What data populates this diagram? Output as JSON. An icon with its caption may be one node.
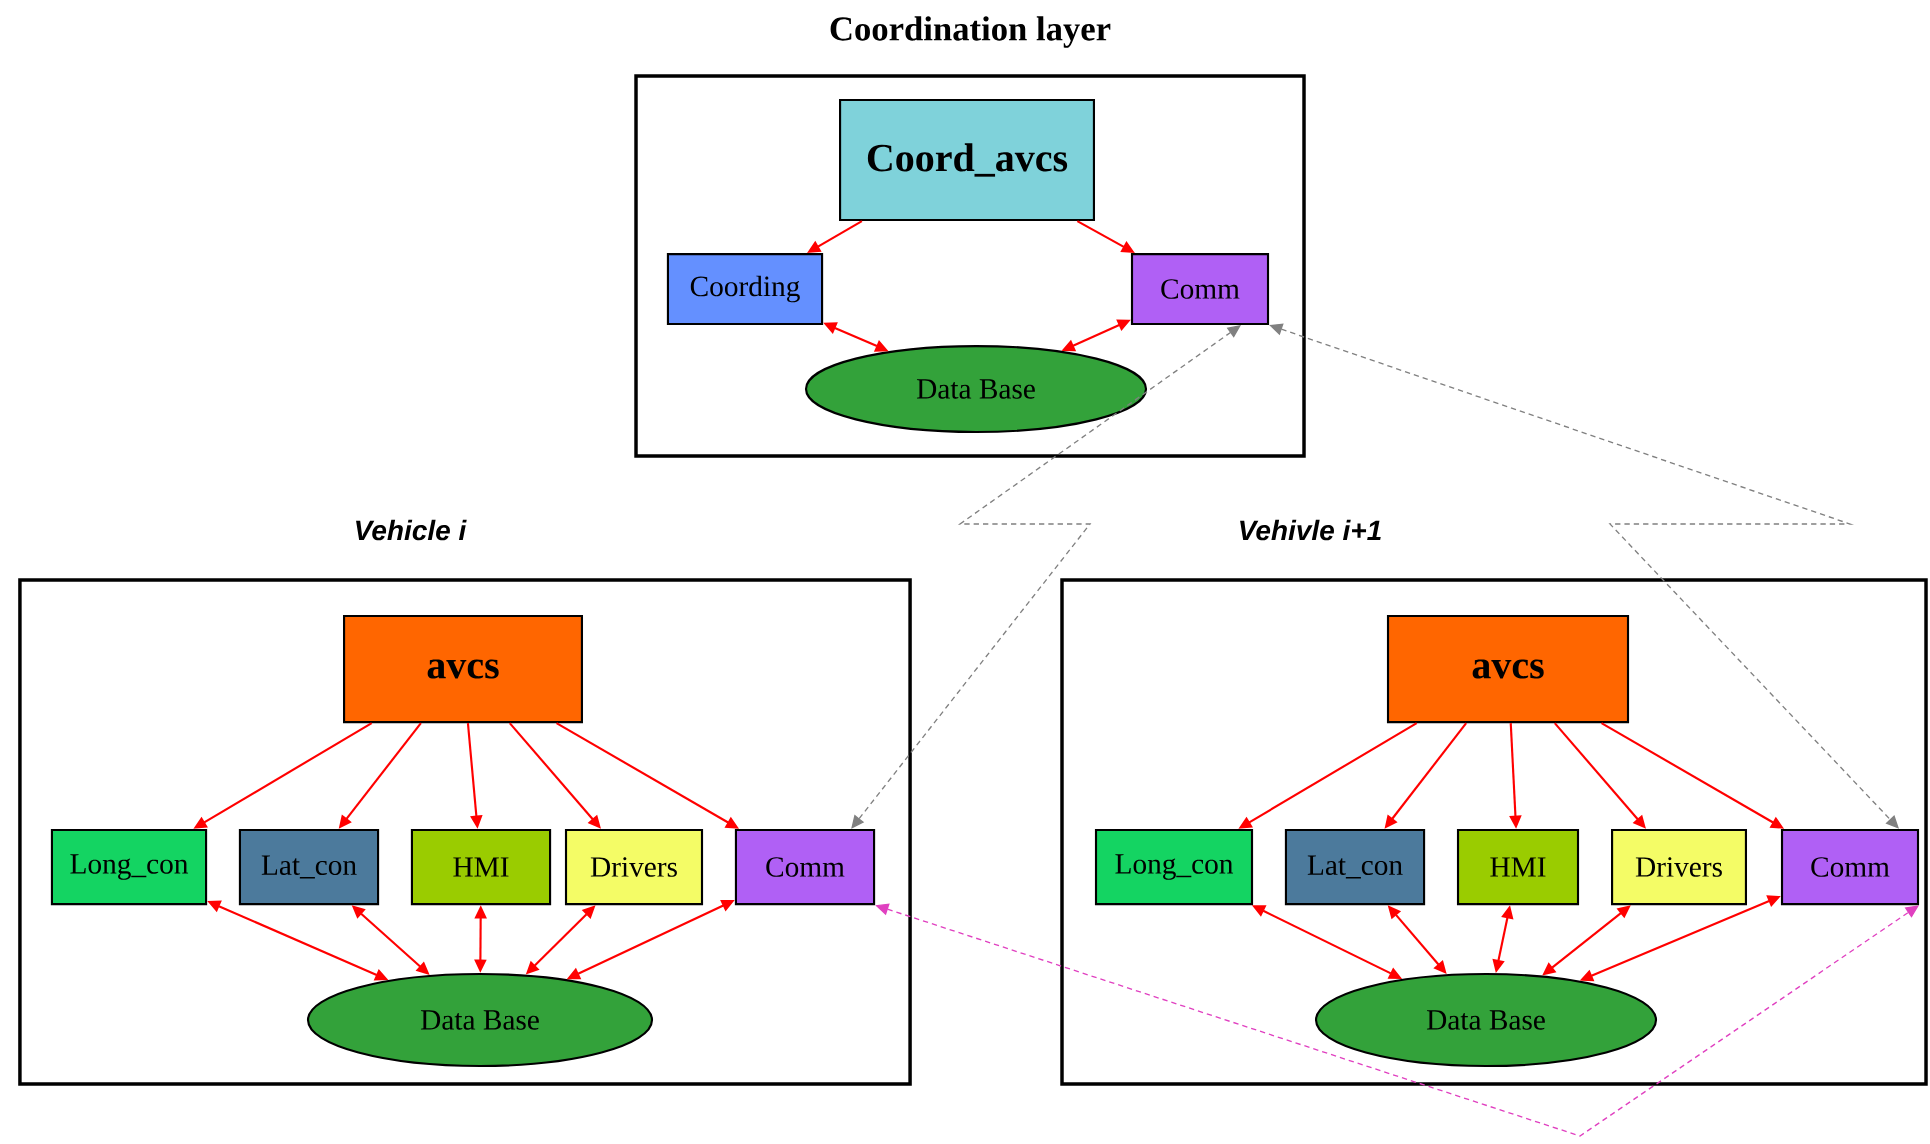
{
  "diagram": {
    "nodes": [
      {
        "text": [
          "Coordination layer"
        ]
      },
      {
        "text": [
          "Coord_avcs"
        ],
        "in": 0
      },
      {
        "text": [
          "Coording"
        ],
        "in": 0
      },
      {
        "text": [
          "Comm"
        ],
        "in": 0
      },
      {
        "text": [
          "Data Base"
        ],
        "in": 0
      },
      {
        "text": [
          "Vehicle i"
        ]
      },
      {
        "text": [
          "avcs"
        ],
        "in": 5
      },
      {
        "text": [
          "Long_con"
        ],
        "in": 5
      },
      {
        "text": [
          "Lat_con"
        ],
        "in": 5
      },
      {
        "text": [
          "HMI"
        ],
        "in": 5
      },
      {
        "text": [
          "Drivers"
        ],
        "in": 5
      },
      {
        "text": [
          "Comm"
        ],
        "in": 5
      },
      {
        "text": [
          "Data Base"
        ],
        "in": 5
      },
      {
        "text": [
          "Vehivle i+1"
        ]
      },
      {
        "text": [
          "avcs"
        ],
        "in": 13
      },
      {
        "text": [
          "Long_con"
        ],
        "in": 13
      },
      {
        "text": [
          "Lat_con"
        ],
        "in": 13
      },
      {
        "text": [
          "HMI"
        ],
        "in": 13
      },
      {
        "text": [
          "Drivers"
        ],
        "in": 13
      },
      {
        "text": [
          "Comm"
        ],
        "in": 13
      },
      {
        "text": [
          "Data Base"
        ],
        "in": 13
      }
    ],
    "edges": [
      {
        "from": 1,
        "to": 2,
        "arrow": "to"
      },
      {
        "from": 1,
        "to": 3,
        "arrow": "to"
      },
      {
        "from": 2,
        "to": 4,
        "arrow": "both"
      },
      {
        "from": 3,
        "to": 4,
        "arrow": "both"
      },
      {
        "from": 6,
        "to": 7,
        "arrow": "to"
      },
      {
        "from": 6,
        "to": 8,
        "arrow": "to"
      },
      {
        "from": 6,
        "to": 9,
        "arrow": "to"
      },
      {
        "from": 6,
        "to": 10,
        "arrow": "to"
      },
      {
        "from": 6,
        "to": 11,
        "arrow": "to"
      },
      {
        "from": 7,
        "to": 12,
        "arrow": "both"
      },
      {
        "from": 8,
        "to": 12,
        "arrow": "both"
      },
      {
        "from": 9,
        "to": 12,
        "arrow": "both"
      },
      {
        "from": 10,
        "to": 12,
        "arrow": "both"
      },
      {
        "from": 11,
        "to": 12,
        "arrow": "both"
      },
      {
        "from": 14,
        "to": 15,
        "arrow": "to"
      },
      {
        "from": 14,
        "to": 16,
        "arrow": "to"
      },
      {
        "from": 14,
        "to": 17,
        "arrow": "to"
      },
      {
        "from": 14,
        "to": 18,
        "arrow": "to"
      },
      {
        "from": 14,
        "to": 19,
        "arrow": "to"
      },
      {
        "from": 15,
        "to": 20,
        "arrow": "both"
      },
      {
        "from": 16,
        "to": 20,
        "arrow": "both"
      },
      {
        "from": 17,
        "to": 20,
        "arrow": "both"
      },
      {
        "from": 18,
        "to": 20,
        "arrow": "both"
      },
      {
        "from": 19,
        "to": 20,
        "arrow": "both"
      },
      {
        "from": 11,
        "to": 3,
        "arrow": "both",
        "style": "dashed",
        "color": "#808080"
      },
      {
        "from": 3,
        "to": 19,
        "arrow": "both",
        "style": "dashed",
        "color": "#808080"
      },
      {
        "from": 11,
        "to": 19,
        "arrow": "both",
        "style": "dashed",
        "color": "#e040c0"
      }
    ]
  }
}
